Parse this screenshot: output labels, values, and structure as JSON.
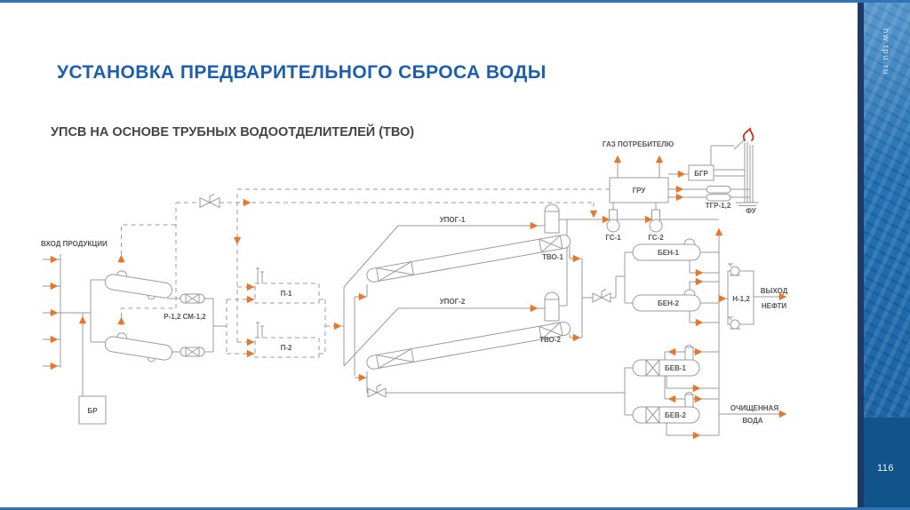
{
  "slide": {
    "title": "УСТАНОВКА ПРЕДВАРИТЕЛЬНОГО СБРОСА ВОДЫ",
    "subtitle": "УПСВ НА ОСНОВЕ ТРУБНЫХ ВОДООТДЕЛИТЕЛЕЙ (ТВО)",
    "site": "hw.tpu.ru",
    "page_number": "116"
  },
  "diagram": {
    "labels": {
      "inlet": "ВХОД ПРОДУКЦИИ",
      "br": "БР",
      "r_cm": "Р-1,2 СМ-1,2",
      "p1": "П-1",
      "p2": "П-2",
      "upog1": "УПОГ-1",
      "upog2": "УПОГ-2",
      "tvo1": "ТВО-1",
      "tvo2": "ТВО-2",
      "gas_consumer": "ГАЗ ПОТРЕБИТЕЛЮ",
      "gru": "ГРУ",
      "bgr": "БГР",
      "tgr": "ТГР-1,2",
      "fu": "ФУ",
      "gs1": "ГС-1",
      "gs2": "ГС-2",
      "ben1": "БЕН-1",
      "ben2": "БЕН-2",
      "n12": "Н-1,2",
      "oil_out_1": "ВЫХОД",
      "oil_out_2": "НЕФТИ",
      "bev1": "БЕВ-1",
      "bev2": "БЕВ-2",
      "water_out_1": "ОЧИЩЕННАЯ",
      "water_out_2": "ВОДА"
    },
    "colors": {
      "pipe_line": "#9b9b9b",
      "flow_arrow": "#e8772e",
      "label_text": "#585858",
      "flare_flame": "#cf2b1c"
    }
  },
  "theme": {
    "title_color": "#1d5fae",
    "accent_bar": "#2e74b6",
    "sidebar_navy": "#1c3a63",
    "sidebar_blue": "#1f6cae",
    "sidebar_bottom_band": "#11548c"
  }
}
